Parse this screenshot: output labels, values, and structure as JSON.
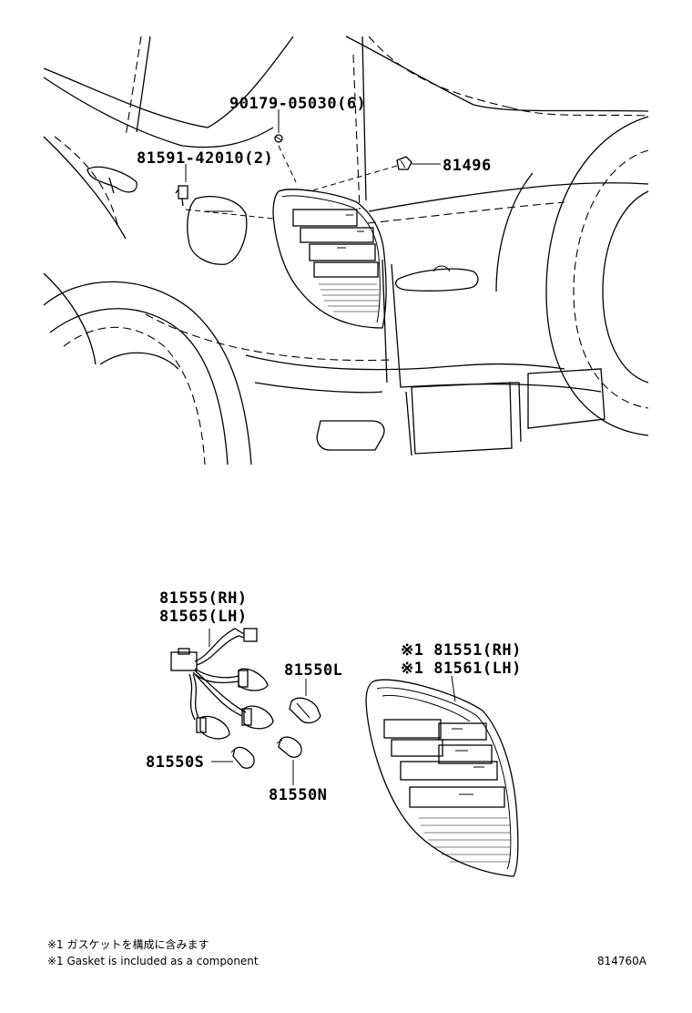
{
  "labels": {
    "screw": "90179-05030(6)",
    "clip": "81591-42010(2)",
    "plug": "81496",
    "socket_rh": "81555(RH)",
    "socket_lh": "81565(LH)",
    "bulb_l": "81550L",
    "bulb_s": "81550S",
    "bulb_n": "81550N",
    "lamp_rh": "※1 81551(RH)",
    "lamp_lh": "※1 81561(LH)"
  },
  "notes": {
    "jp": "※1 ガスケットを構成に含みます",
    "en": "※1 Gasket is included as a component"
  },
  "diagram_code": "814760A"
}
